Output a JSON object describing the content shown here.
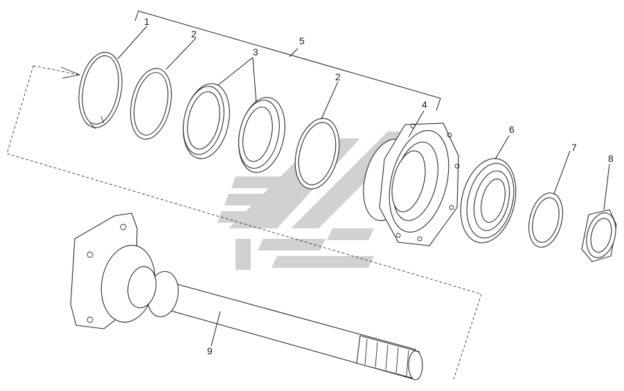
{
  "diagram": {
    "callouts": [
      {
        "id": "1",
        "label": "1"
      },
      {
        "id": "2a",
        "label": "2"
      },
      {
        "id": "3",
        "label": "3"
      },
      {
        "id": "2b",
        "label": "2"
      },
      {
        "id": "5",
        "label": "5"
      },
      {
        "id": "4",
        "label": "4"
      },
      {
        "id": "6",
        "label": "6"
      },
      {
        "id": "7",
        "label": "7"
      },
      {
        "id": "8",
        "label": "8"
      },
      {
        "id": "9",
        "label": "9"
      }
    ]
  }
}
